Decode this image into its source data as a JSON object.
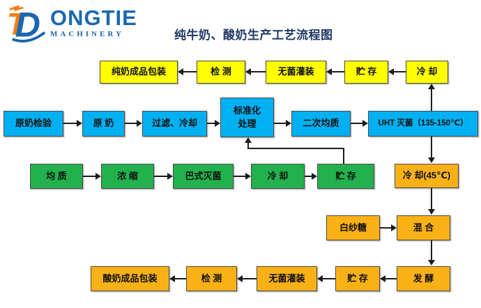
{
  "page": {
    "title": "纯牛奶、酸奶生产工艺流程图"
  },
  "logo": {
    "brand": "ONGTIE",
    "subtitle": "MACHINERY"
  },
  "colors": {
    "yellow": "#FFFF00",
    "blue": "#00B0F0",
    "green": "#22B14C",
    "gold": "#F9B116",
    "title_navy": "#1F3864",
    "logo_blue": "#1B67B0",
    "logo_orange": "#F07E16",
    "line": "#1C1C1C"
  },
  "nodes": {
    "pure_pack": {
      "label": "纯奶成品包装"
    },
    "test1": {
      "label": "检 测"
    },
    "fill1": {
      "label": "无菌灌装"
    },
    "store1": {
      "label": "贮 存"
    },
    "cool1": {
      "label": "冷 却"
    },
    "raw_check": {
      "label": "原奶检验"
    },
    "raw": {
      "label": "原 奶"
    },
    "filter": {
      "label": "过滤、冷却"
    },
    "std": {
      "label": "标准化\n处理"
    },
    "homo2": {
      "label": "二次均质"
    },
    "uht": {
      "label": "UHT 灭菌（135-150℃）"
    },
    "homo": {
      "label": "均 质"
    },
    "conc": {
      "label": "浓 缩"
    },
    "pasteur": {
      "label": "巴式灭菌"
    },
    "cool3": {
      "label": "冷 却"
    },
    "store3": {
      "label": "贮 存"
    },
    "cool45": {
      "label": "冷 却(45℃)"
    },
    "sugar": {
      "label": "白纱糖"
    },
    "mix": {
      "label": "混 合"
    },
    "ferment": {
      "label": "发 酵"
    },
    "yog_pack": {
      "label": "酸奶成品包装"
    },
    "test2": {
      "label": "检 测"
    },
    "fill2": {
      "label": "无菌灌装"
    },
    "store2": {
      "label": "贮 存"
    }
  },
  "edges": [
    [
      "raw_check",
      "raw"
    ],
    [
      "raw",
      "filter"
    ],
    [
      "filter",
      "std"
    ],
    [
      "std",
      "homo2"
    ],
    [
      "homo2",
      "uht"
    ],
    [
      "uht",
      "cool1"
    ],
    [
      "cool1",
      "store1"
    ],
    [
      "store1",
      "fill1"
    ],
    [
      "fill1",
      "test1"
    ],
    [
      "test1",
      "pure_pack"
    ],
    [
      "homo",
      "conc"
    ],
    [
      "conc",
      "pasteur"
    ],
    [
      "pasteur",
      "cool3"
    ],
    [
      "cool3",
      "store3"
    ],
    [
      "store3",
      "std"
    ],
    [
      "uht",
      "cool45"
    ],
    [
      "cool45",
      "mix"
    ],
    [
      "sugar",
      "mix"
    ],
    [
      "mix",
      "ferment"
    ],
    [
      "ferment",
      "store2"
    ],
    [
      "store2",
      "fill2"
    ],
    [
      "fill2",
      "test2"
    ],
    [
      "test2",
      "yog_pack"
    ]
  ]
}
